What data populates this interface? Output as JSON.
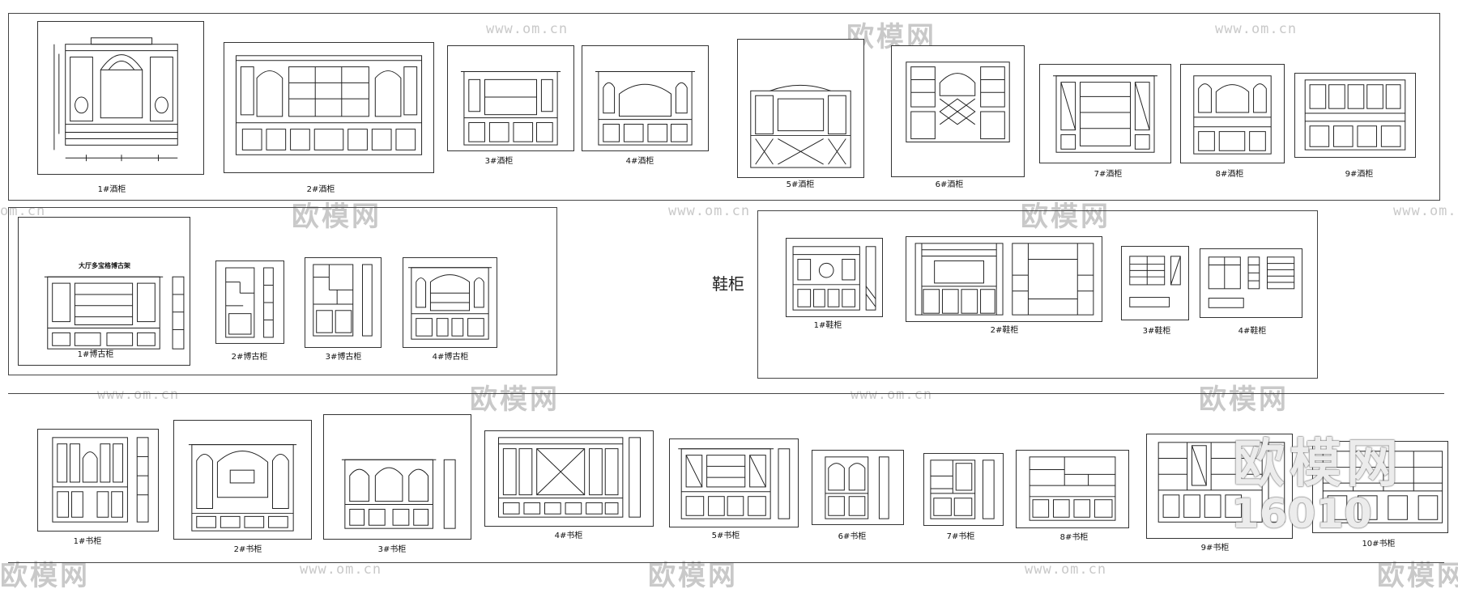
{
  "watermarks": {
    "cn": "欧模网",
    "url": "www.om.cn",
    "url_short": "om.cn"
  },
  "stamp": {
    "logo": "欧模网",
    "id": "16010"
  },
  "section_label": "鞋柜",
  "row1": {
    "captions": [
      "1#酒柜",
      "2#酒柜",
      "3#酒柜",
      "4#酒柜",
      "5#酒柜",
      "6#酒柜",
      "7#酒柜",
      "8#酒柜",
      "9#酒柜"
    ]
  },
  "row2a": {
    "heading": "大厅多宝格博古架",
    "captions": [
      "1#博古柜",
      "2#博古柜",
      "3#博古柜",
      "4#博古柜"
    ]
  },
  "row2b": {
    "captions": [
      "1#鞋柜",
      "2#鞋柜",
      "3#鞋柜",
      "4#鞋柜"
    ]
  },
  "row3": {
    "captions": [
      "1#书柜",
      "2#书柜",
      "3#书柜",
      "4#书柜",
      "5#书柜",
      "6#书柜",
      "7#书柜",
      "8#书柜",
      "9#书柜",
      "10#书柜"
    ]
  },
  "colors": {
    "line": "#222222",
    "watermark": "#c9c9c9"
  }
}
